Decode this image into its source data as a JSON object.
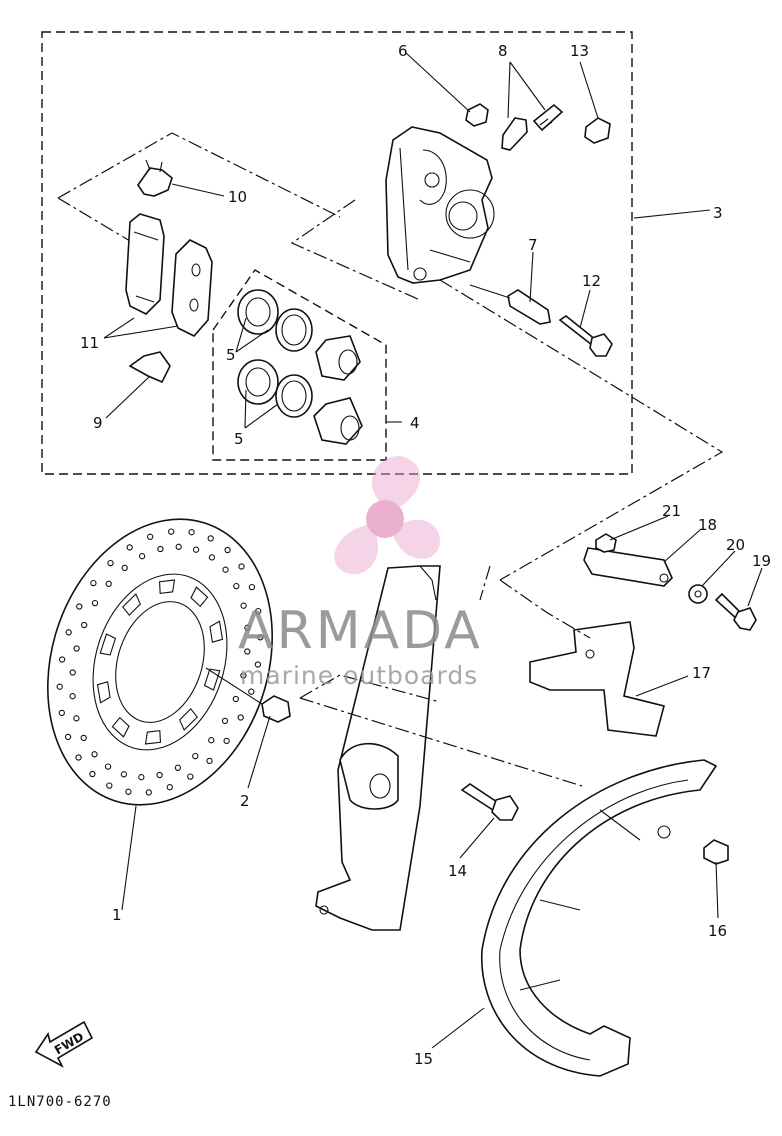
{
  "callouts": {
    "c1": "1",
    "c2": "2",
    "c3": "3",
    "c4": "4",
    "c5a": "5",
    "c5b": "5",
    "c6": "6",
    "c7": "7",
    "c8": "8",
    "c9": "9",
    "c10": "10",
    "c11": "11",
    "c12": "12",
    "c13": "13",
    "c14": "14",
    "c15": "15",
    "c16": "16",
    "c17": "17",
    "c18": "18",
    "c19": "19",
    "c20": "20",
    "c21": "21"
  },
  "watermark": {
    "brand": "ARMADA",
    "tagline": "marine outboards",
    "colors": {
      "logo": "#e8a3c8",
      "text": "#8a8a8a"
    }
  },
  "direction_label": "FWD",
  "diagram_code": "1LN700-6270"
}
